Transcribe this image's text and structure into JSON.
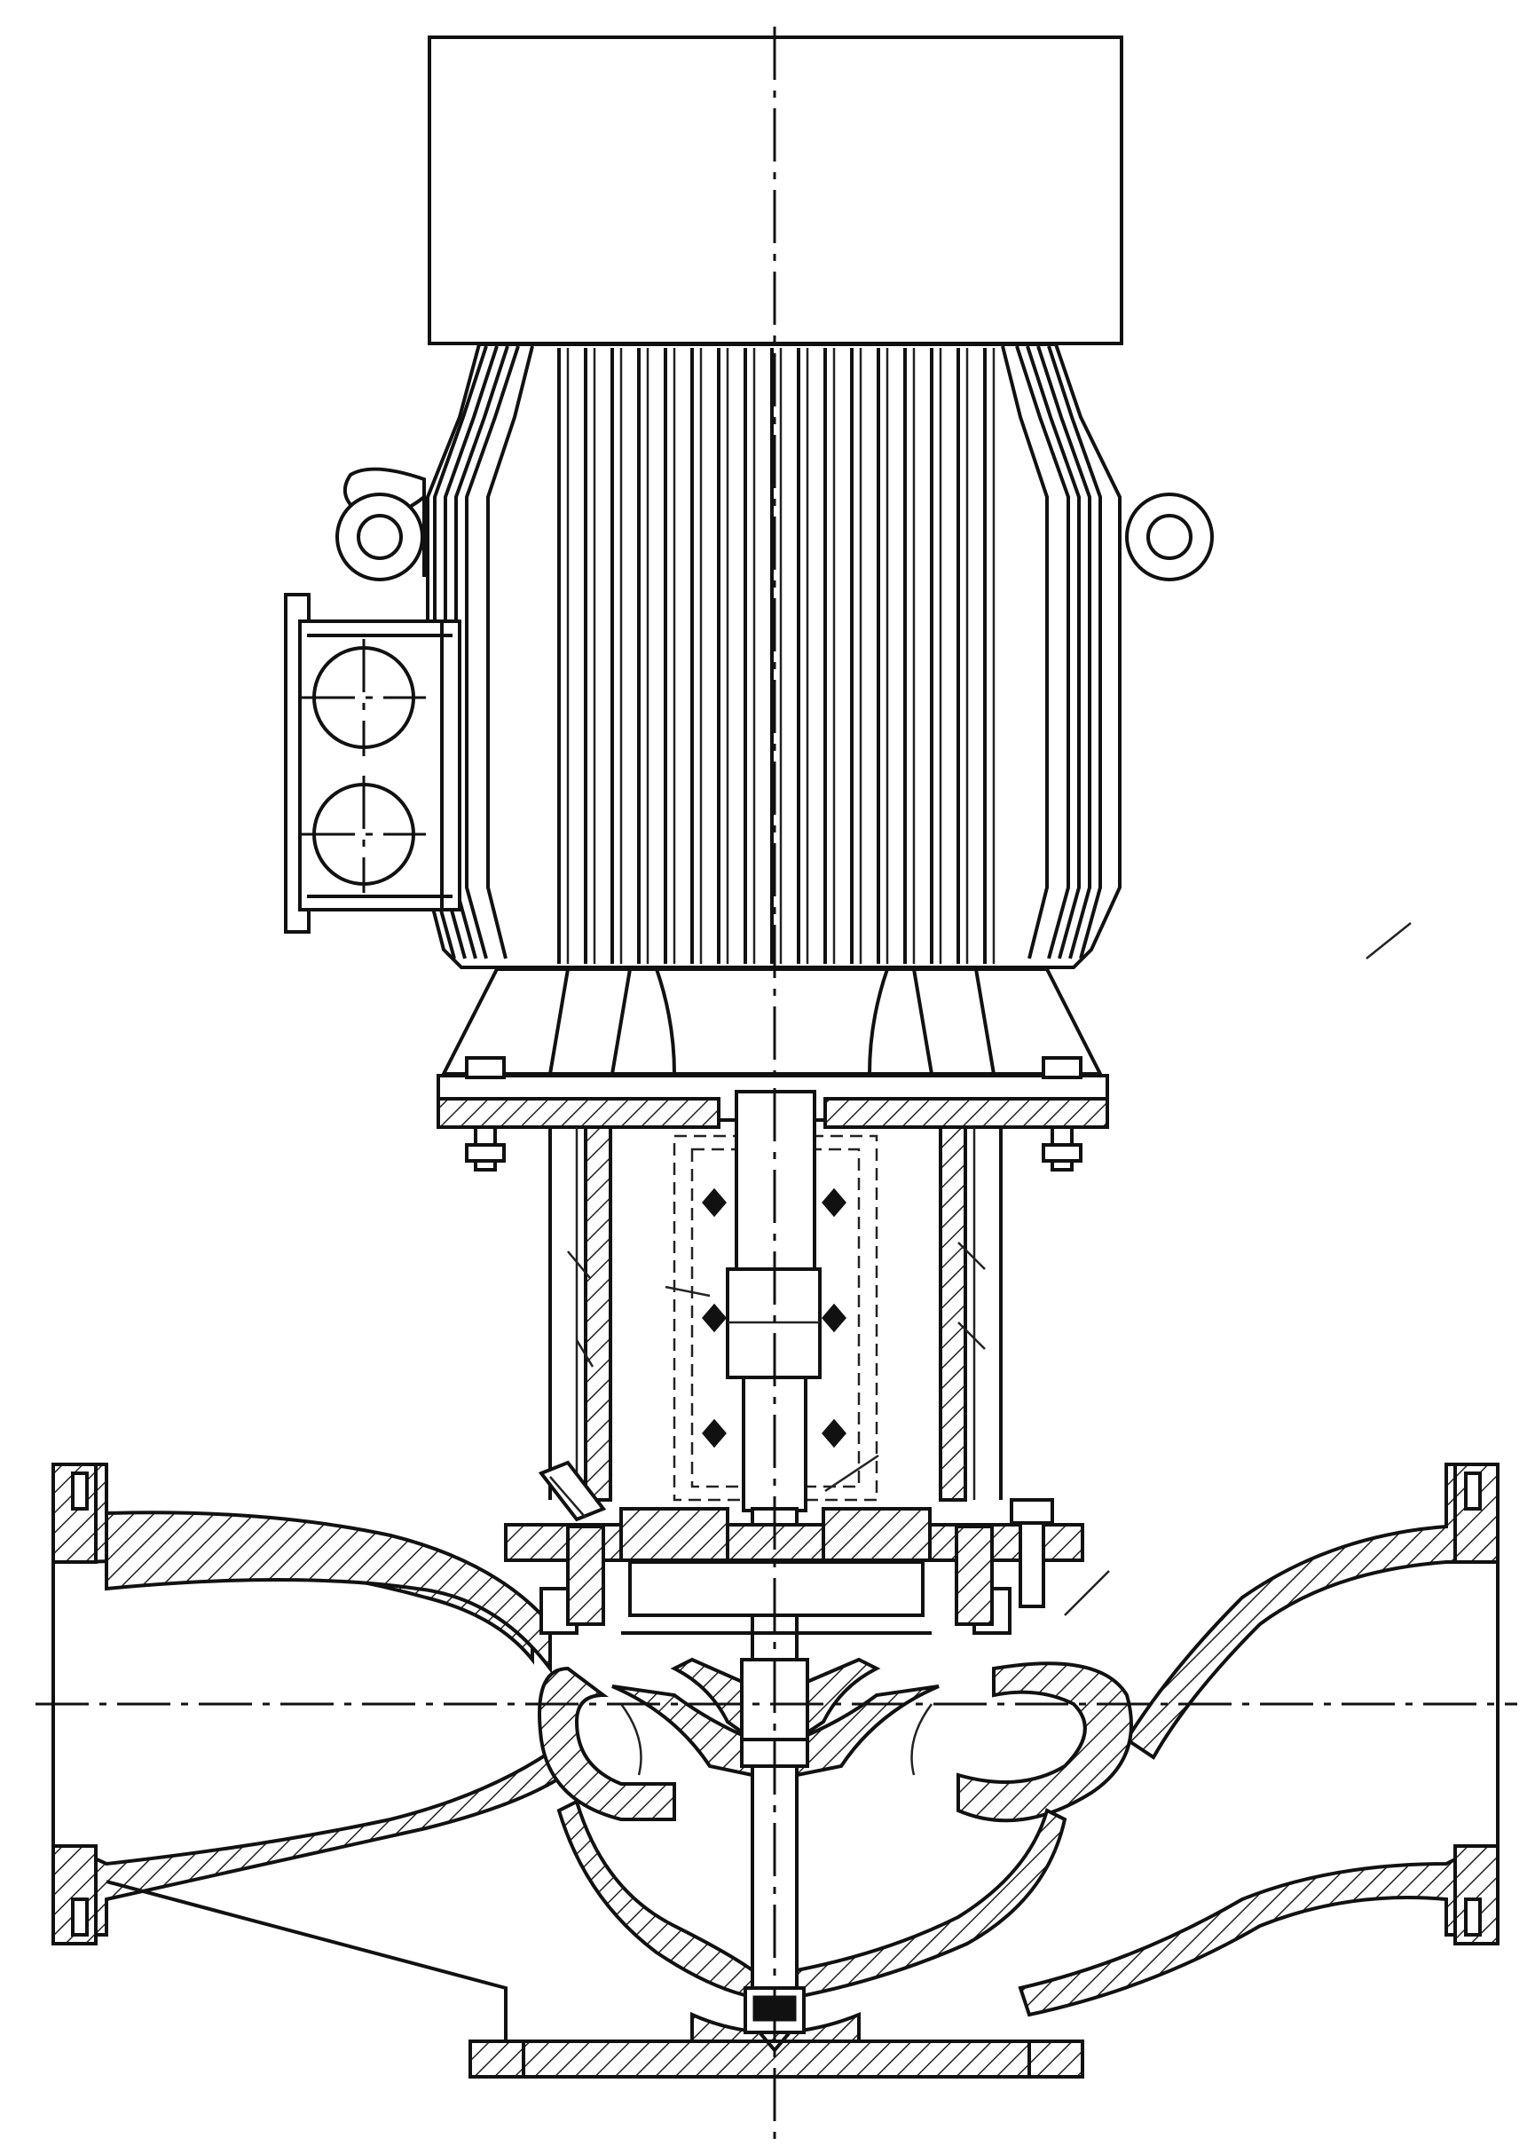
{
  "diagram": {
    "type": "engineering-cross-section",
    "style": {
      "line_color": "#111111",
      "background": "#ffffff"
    },
    "components": [
      {
        "id": "fan-cover",
        "icon": "rectangle"
      },
      {
        "id": "motor-body",
        "icon": "finned-cylinder"
      },
      {
        "id": "lifting-eye-left",
        "icon": "ring"
      },
      {
        "id": "lifting-eye-right",
        "icon": "ring"
      },
      {
        "id": "terminal-box",
        "icon": "box-with-glands"
      },
      {
        "id": "motor-flange",
        "icon": "flange"
      },
      {
        "id": "lantern-bracket",
        "icon": "bracket"
      },
      {
        "id": "shaft-coupling",
        "icon": "coupling"
      },
      {
        "id": "pump-casing",
        "icon": "volute"
      },
      {
        "id": "impeller",
        "icon": "impeller"
      },
      {
        "id": "suction-flange",
        "icon": "flange"
      },
      {
        "id": "discharge-flange",
        "icon": "flange"
      },
      {
        "id": "base-foot",
        "icon": "foot"
      }
    ]
  }
}
